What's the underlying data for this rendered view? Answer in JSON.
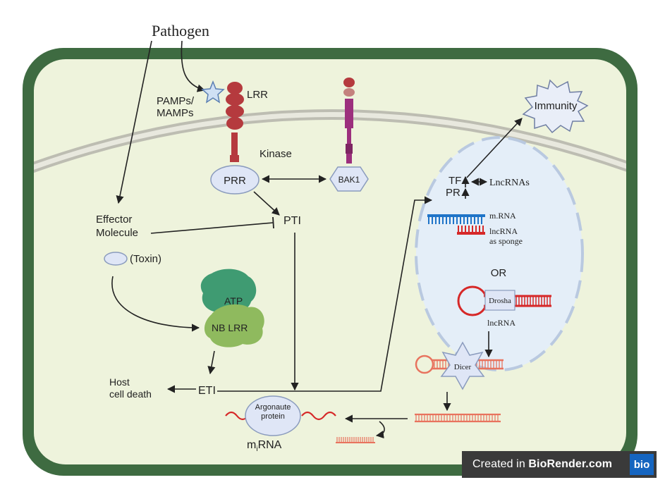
{
  "labels": {
    "pathogen": "Pathogen",
    "pamps": "PAMPs/",
    "mamps": "MAMPs",
    "lrr": "LRR",
    "kinase": "Kinase",
    "prr": "PRR",
    "bak1": "BAK1",
    "immunity": "Immunity",
    "tf": "TF",
    "pr": "PR",
    "lncrnas": "LncRNAs",
    "mrna_nucleus": "m.RNA",
    "lncrna_sponge_1": "lncRNA",
    "lncrna_sponge_2": "as sponge",
    "or": "OR",
    "drosha": "Drosha",
    "lncrna": "lncRNA",
    "dicer": "Dicer",
    "effector_1": "Effector",
    "effector_2": "Molecule",
    "toxin": "(Toxin)",
    "pti": "PTI",
    "atp": "ATP",
    "nb_lrr": "NB LRR",
    "host_1": "Host",
    "host_2": "cell death",
    "eti": "ETI",
    "argonaute_1": "Argonaute",
    "argonaute_2": "protein",
    "mirna_pre": "m",
    "mirna_sub": "i",
    "mirna_post": "RNA"
  },
  "badge": {
    "created_in": "Created in ",
    "brand": "BioRender.com",
    "logo": "bio"
  },
  "colors": {
    "cell_wall": "#3e6b41",
    "cytoplasm": "#eef3dc",
    "receptor": "#b53a3e",
    "bak1": "#9c2f7d",
    "node": "#dfe6f6",
    "rna_blue": "#1f74c8",
    "rna_red": "#d62828",
    "rna_salmon": "#e8735e",
    "atp_green": "#3f9b72",
    "nblrr_green": "#8fba5e"
  }
}
